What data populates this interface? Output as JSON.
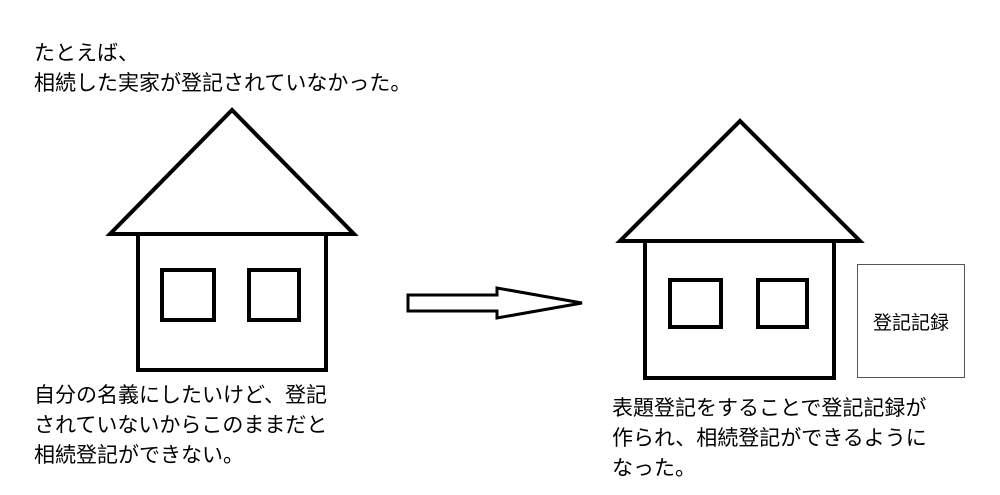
{
  "intro_text": "たとえば、\n相続した実家が登記されていなかった。",
  "left_caption": "自分の名義にしたいけど、登記\nされていないからこのままだと\n相続登記ができない。",
  "right_caption": "表題登記をすることで登記記録が\n作られ、相続登記ができるように\nなった。",
  "record_box_label": "登記記録"
}
